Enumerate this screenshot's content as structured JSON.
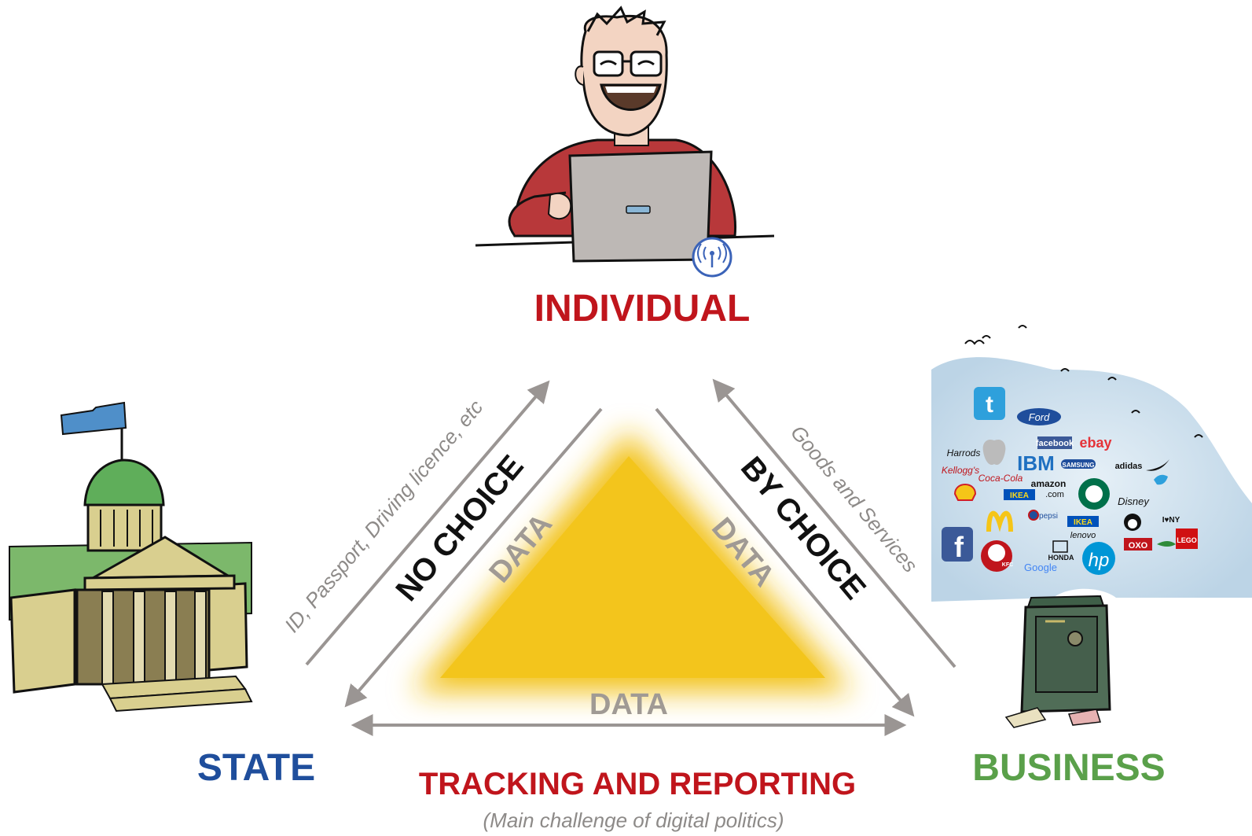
{
  "nodes": {
    "individual": "INDIVIDUAL",
    "state": "STATE",
    "business": "BUSINESS"
  },
  "edges": {
    "left_main": "NO CHOICE",
    "left_sub": "ID, Passport, Driving licence, etc",
    "right_main": "BY CHOICE",
    "right_sub": "Goods and Services",
    "bottom_main": "TRACKING AND REPORTING",
    "bottom_sub": "(Main challenge of digital politics)"
  },
  "center": {
    "data_left": "DATA",
    "data_right": "DATA",
    "data_bottom": "DATA"
  },
  "logos": {
    "facebook_small": "facebook",
    "ebay": "ebay",
    "harrods": "Harrods",
    "kelloggs": "Kellogg's",
    "ibm": "IBM",
    "samsung": "SAMSUNG",
    "adidas": "adidas",
    "cocacola": "Coca-Cola",
    "amazon": "amazon",
    "amazon_com": ".com",
    "ikea": "IKEA",
    "disney": "Disney",
    "pepsi": "pepsi",
    "ikea2": "IKEA",
    "iny": "I♥NY",
    "lenovo": "lenovo",
    "lego": "LEGO",
    "honda": "HONDA",
    "oxo": "OXO",
    "google": "Google",
    "hp": "hp",
    "kfc": "KFC",
    "ford": "Ford",
    "twitter": "t",
    "fb_big": "f",
    "mcd": "M"
  },
  "colors": {
    "individual": "#c0151c",
    "state": "#1f4e9c",
    "business": "#5aa04a",
    "tracking": "#c0151c",
    "arrow": "#9a9593",
    "data_label": "#a09a94",
    "core": "#f2c21a",
    "sub_text": "#8d8a88"
  },
  "icons": [
    "person-with-laptop-icon",
    "wifi-icon",
    "government-building-icon",
    "cloud-icon",
    "safe-icon",
    "bird-icon"
  ]
}
